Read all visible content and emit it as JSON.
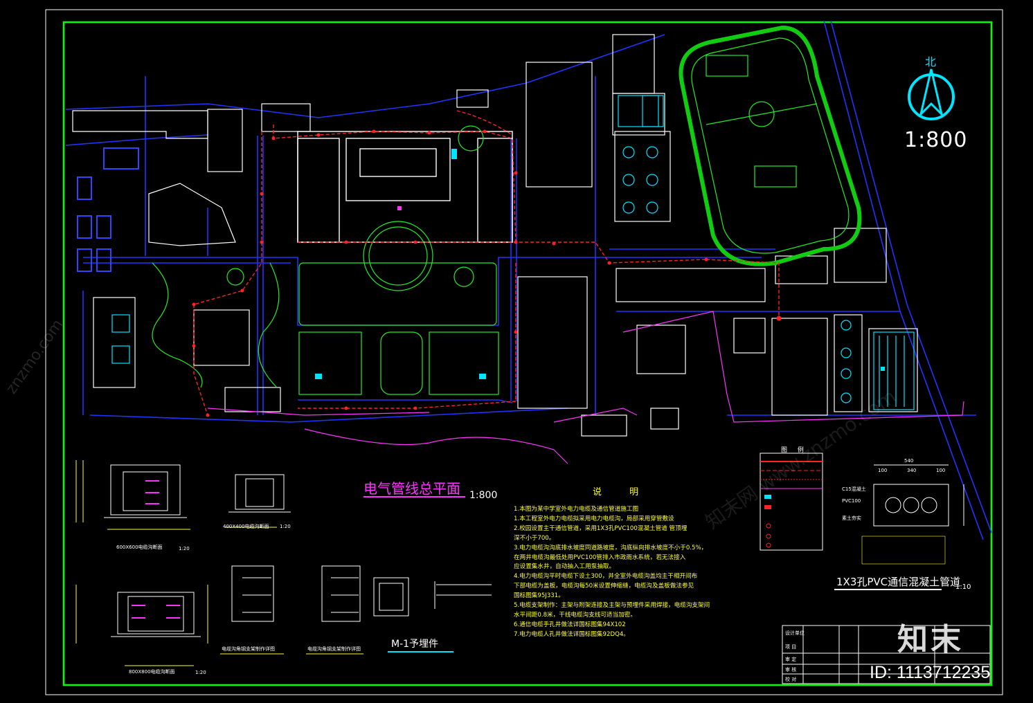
{
  "drawing": {
    "plan_title": "电气管线总平面",
    "plan_scale": "1:800",
    "north_scale": "1:800",
    "north_char": "北"
  },
  "notes": {
    "title": "说 明",
    "items": [
      "1.本图为某中学室外电力电缆及通信管道施工图",
      "1.本工程室外电力电缆拟采用电力电缆沟，局部采用穿管敷设",
      "2.校园设置主干通信管道，采用1X3孔PVC100混凝土管道 管顶埋",
      "  深不小于700。",
      "3.电力电缆沟沟底排水坡度同道路坡度，沟底纵向排水坡度不小于0.5%，",
      "  在两井电缆沟最低处用PVC100管排入市政雨水系统，若无法接入",
      "  应设置集水井，自动抽入工用泵抽取。",
      "4.电力电缆沟平时电缆下设土300，并全室外电缆沟盖均主干相开间布",
      "  下部电缆为盖板，电缆沟每50米设置伸缩缝，电缆沟及盖板做法参见",
      "  国标图集95J331。",
      "5.电缆支架制作：主架与附架连接及主架与预埋件采用焊接，电缆沟支架间",
      "  水平间距0.8米，干线电缆沟支线可适当加密。",
      "6.通信电缆手孔井做法详国标图集94X102",
      "7.电力电缆人孔井做法详国标图集92DQ4。"
    ]
  },
  "legend": {
    "title": "图 例"
  },
  "duct_section": {
    "title": "1X3孔PVC通信混凝土管道",
    "scale": "1:10",
    "labels": [
      "C15混凝土",
      "PVC100",
      "素土夯实"
    ],
    "dims": [
      "540",
      "100",
      "340",
      "100"
    ]
  },
  "details": {
    "pit_600": "600X600电缆沟断面",
    "pit_400": "400X400电缆沟断面",
    "pit_800": "800X800电缆沟断面",
    "support_a": "电缆沟角钢支架制作详图",
    "support_b": "电缆沟角钢支架制作详图",
    "m1": "M-1予埋件",
    "s20a": "1:20",
    "s20b": "1:20",
    "s20c": "1:20"
  },
  "title_block": {
    "rows": [
      "设计单位",
      "项 目",
      "审 定",
      "审 核",
      "校 对"
    ]
  },
  "watermark": {
    "logo": "知末",
    "id": "ID: 1113712235",
    "site": "znzmo.com",
    "site_cn": "知末网 www.znzmo.com"
  },
  "colors": {
    "frame": "#00ff00",
    "building": "#00ffff",
    "landscape": "#00ff00",
    "road": "#0000ff",
    "cable_route": "#ff2222",
    "boundary": "#ff33ff",
    "note_text": "#ffff33",
    "north_arrow": "#00e5ff"
  }
}
